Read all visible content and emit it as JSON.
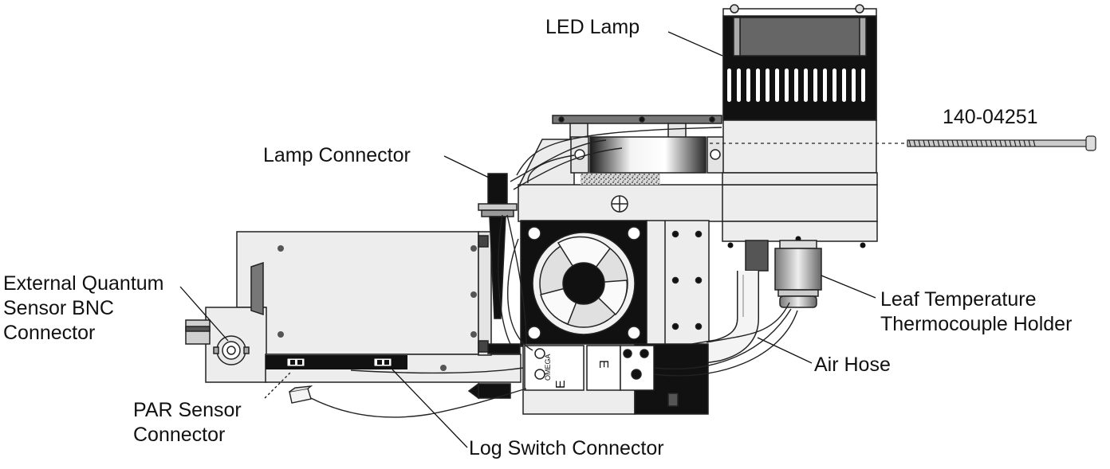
{
  "labels": {
    "led_lamp": "LED Lamp",
    "part_number": "140-04251",
    "lamp_connector": "Lamp Connector",
    "ext_quantum": [
      "External Quantum",
      "Sensor BNC",
      "Connector"
    ],
    "leaf_temp": [
      "Leaf Temperature",
      "Thermocouple Holder"
    ],
    "air_hose": "Air Hose",
    "par_sensor": [
      "PAR Sensor",
      "Connector"
    ],
    "log_switch": "Log Switch Connector"
  },
  "omega_block": {
    "brand": "OMEGA",
    "left_letter": "E",
    "right_letter": "E"
  }
}
